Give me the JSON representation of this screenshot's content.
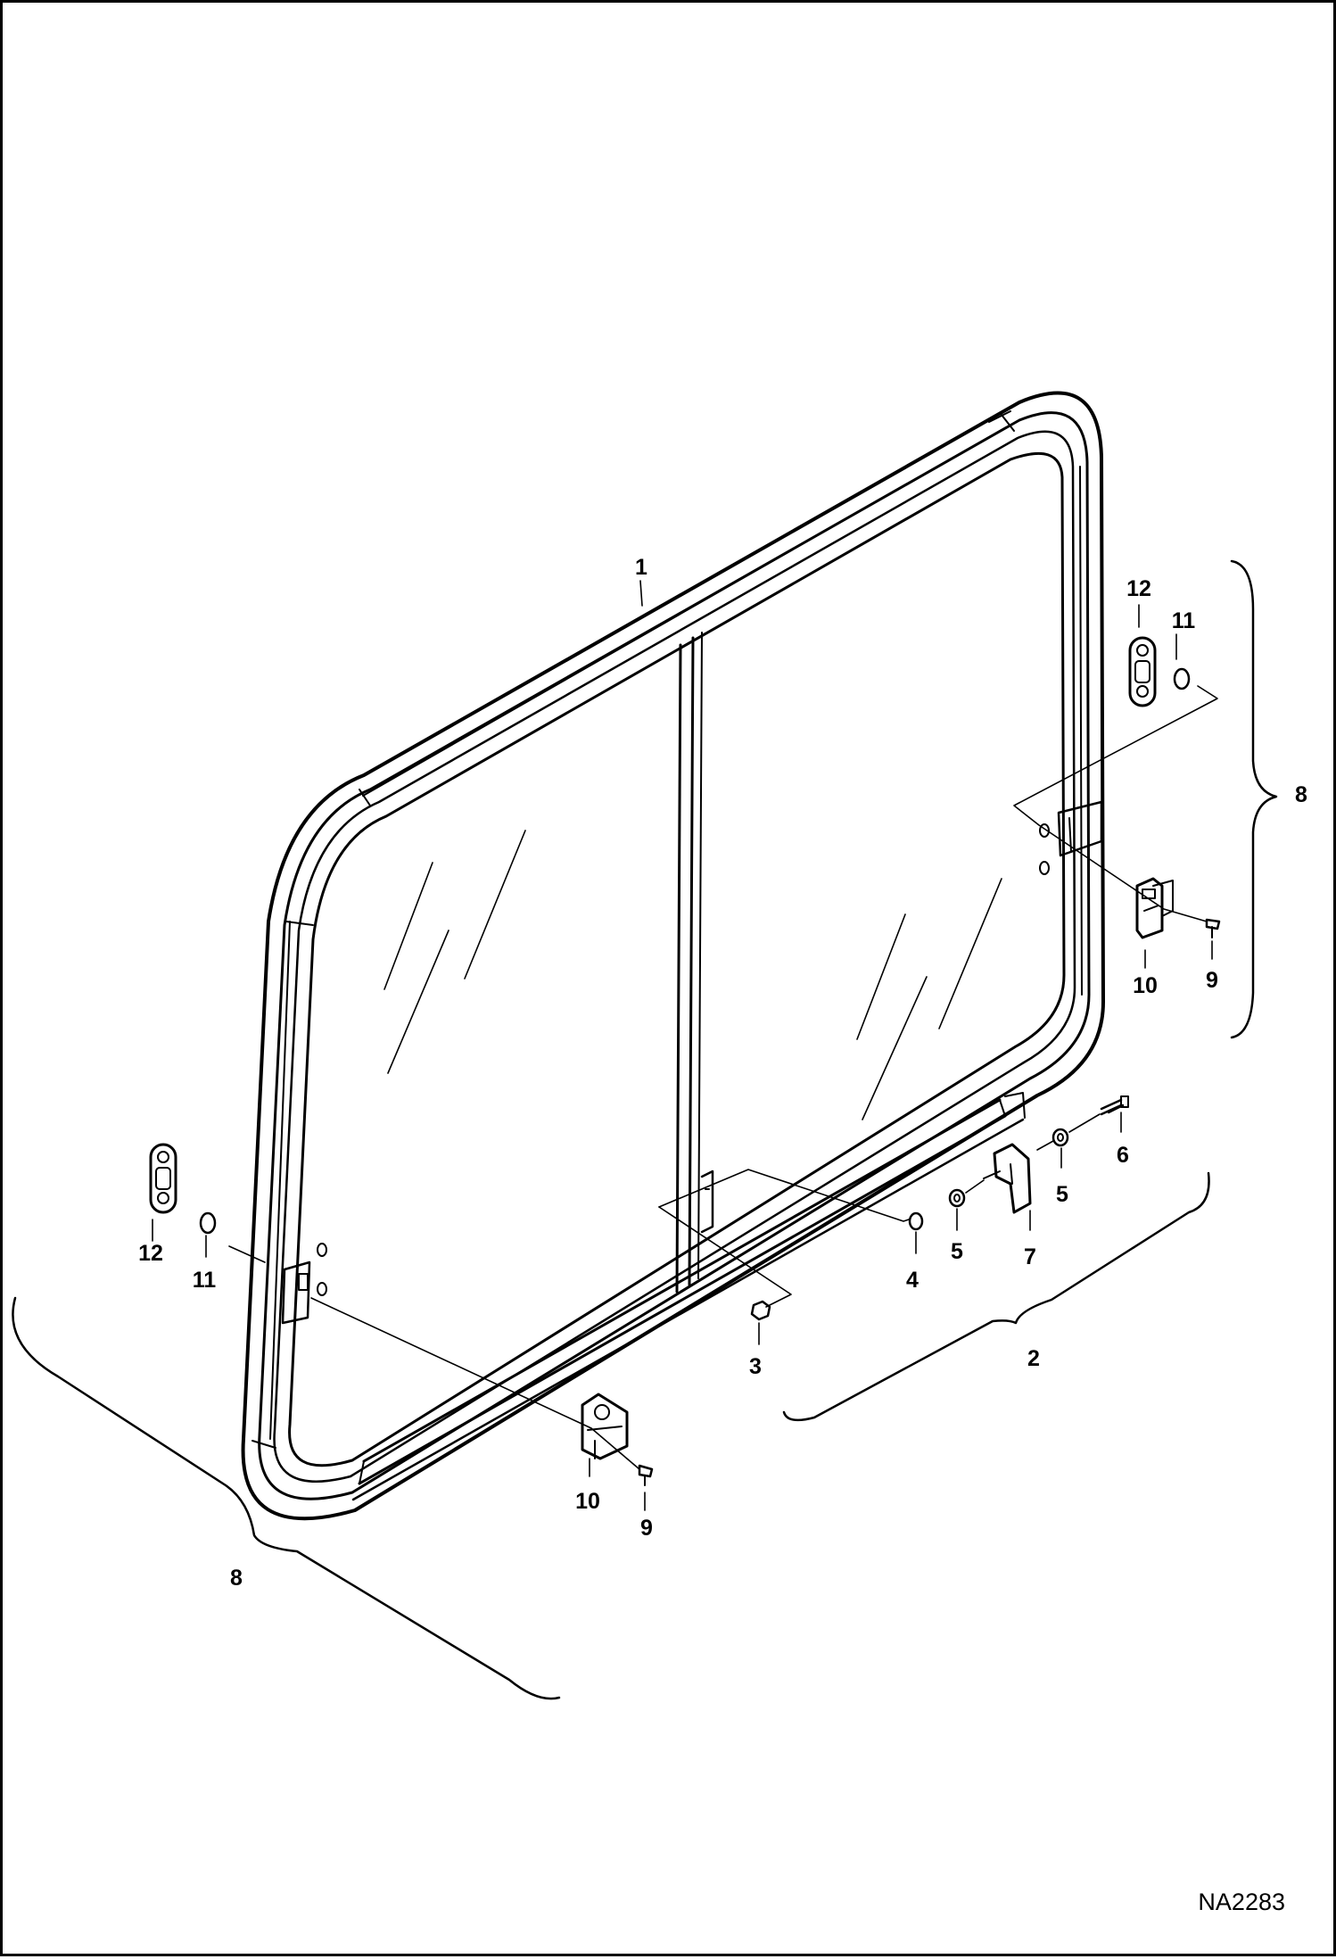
{
  "callouts": {
    "c1": "1",
    "c2": "2",
    "c3": "3",
    "c4": "4",
    "c5a": "5",
    "c5b": "5",
    "c6": "6",
    "c7": "7",
    "c8_right": "8",
    "c8_left": "8",
    "c9_right": "9",
    "c9_left": "9",
    "c10_right": "10",
    "c10_left": "10",
    "c11_right": "11",
    "c11_left": "11",
    "c12_right": "12",
    "c12_left": "12"
  },
  "drawing_number": "NA2283",
  "colors": {
    "line": "#000000",
    "background": "#ffffff"
  }
}
